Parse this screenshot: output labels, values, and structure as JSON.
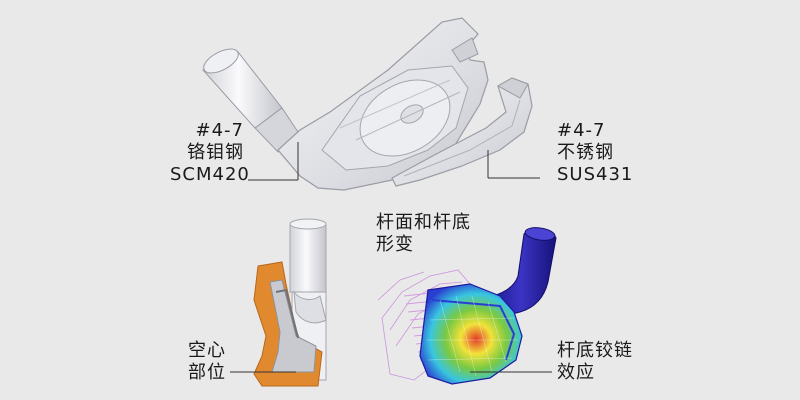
{
  "labels": {
    "head_left": {
      "line1": "#4-7",
      "line2": "铬钼钢",
      "line3": "SCM420"
    },
    "head_right": {
      "line1": "#4-7",
      "line2": "不锈钢",
      "line3": "SUS431"
    },
    "hollow": {
      "line1": "空心",
      "line2": "部位"
    },
    "deform": {
      "line1": "杆面和杆底",
      "line2": "形变"
    },
    "hinge": {
      "line1": "杆底铰链",
      "line2": "效应"
    }
  },
  "colors": {
    "background": "#e9e9ea",
    "metal_light": "#f3f3f5",
    "metal_mid": "#d7d8de",
    "metal_dark": "#a9abb4",
    "hollow_fill": "#e0892e",
    "fea_blue": "#1f1aa0",
    "fea_green": "#7ac943",
    "fea_cyan": "#38c6e0",
    "fea_yellow": "#f2e23a",
    "fea_red": "#e23b2b",
    "deform_lines": "#c78bd8"
  }
}
